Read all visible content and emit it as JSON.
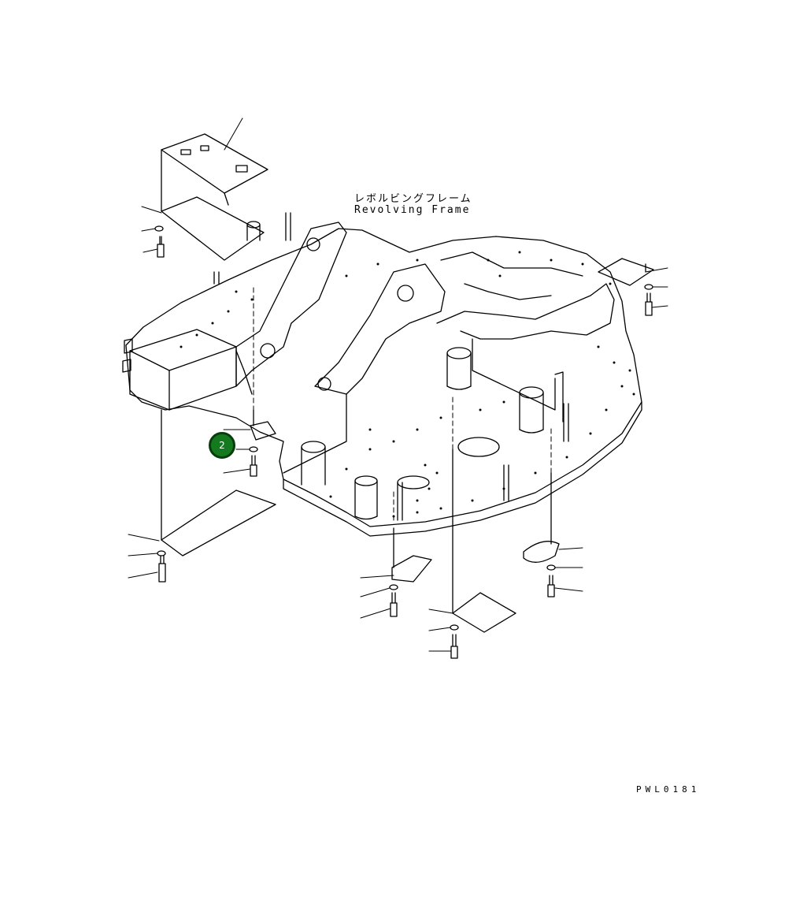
{
  "labels": {
    "japanese": "レボルビングフレーム",
    "english": "Revolving Frame"
  },
  "callout": {
    "number": "2",
    "color": "#157a1f"
  },
  "drawing_code": "PWL0181"
}
